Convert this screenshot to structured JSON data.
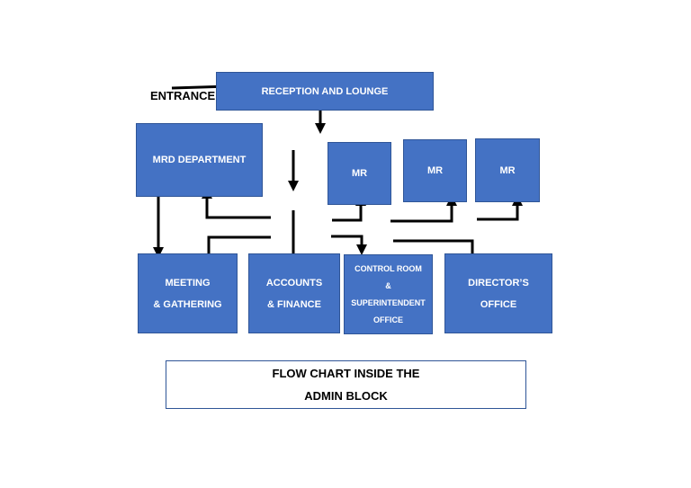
{
  "entrance_label": "ENTRANCE",
  "nodes": {
    "reception": "RECEPTION AND LOUNGE",
    "mrd": "MRD DEPARTMENT",
    "mr1": "MR",
    "mr2": "MR",
    "mr3": "MR",
    "meeting": {
      "line1": "MEETING",
      "line2": "& GATHERING"
    },
    "accounts": {
      "line1": "ACCOUNTS",
      "line2": "& FINANCE"
    },
    "control": {
      "line1": "CONTROL ROOM",
      "line2": "&",
      "line3": "SUPERINTENDENT",
      "line4": "OFFICE"
    },
    "director": {
      "line1": "DIRECTOR’S",
      "line2": "OFFICE"
    }
  },
  "caption": {
    "line1": "FLOW CHART INSIDE THE",
    "line2": "ADMIN BLOCK"
  },
  "colors": {
    "box_fill": "#4472c4",
    "box_border": "#2f5597",
    "arrow": "#000000"
  }
}
